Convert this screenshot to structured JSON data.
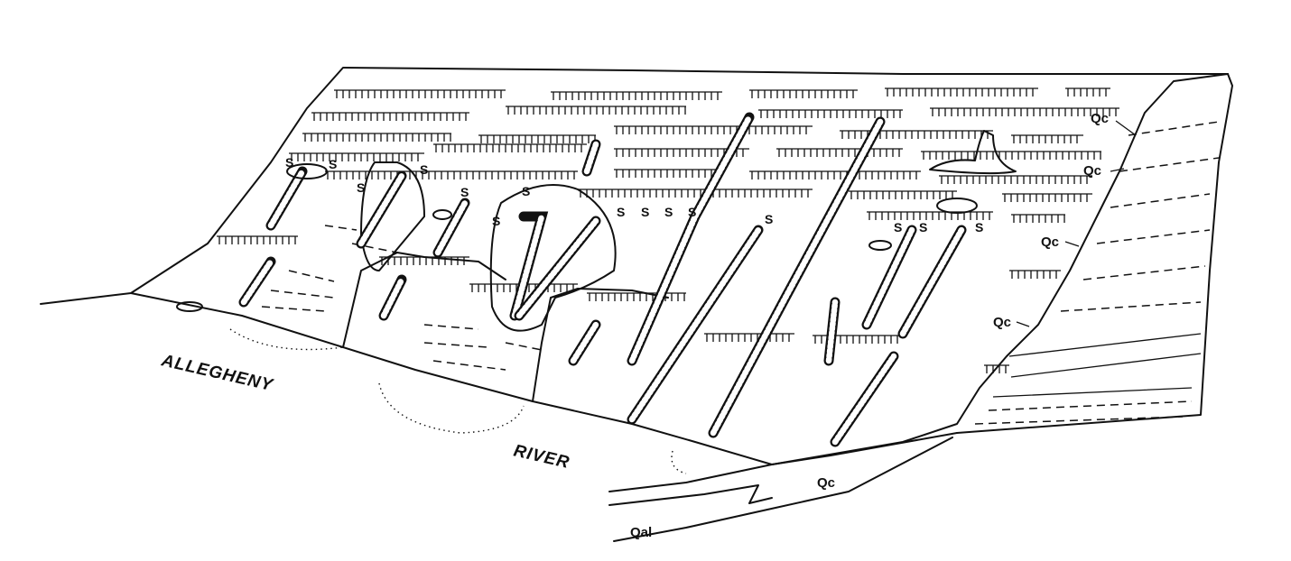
{
  "labels": {
    "river_left": "ALLEGHENY",
    "river_right": "RIVER",
    "colluvium": "Qc",
    "alluvium": "Qal",
    "spring": "S"
  }
}
